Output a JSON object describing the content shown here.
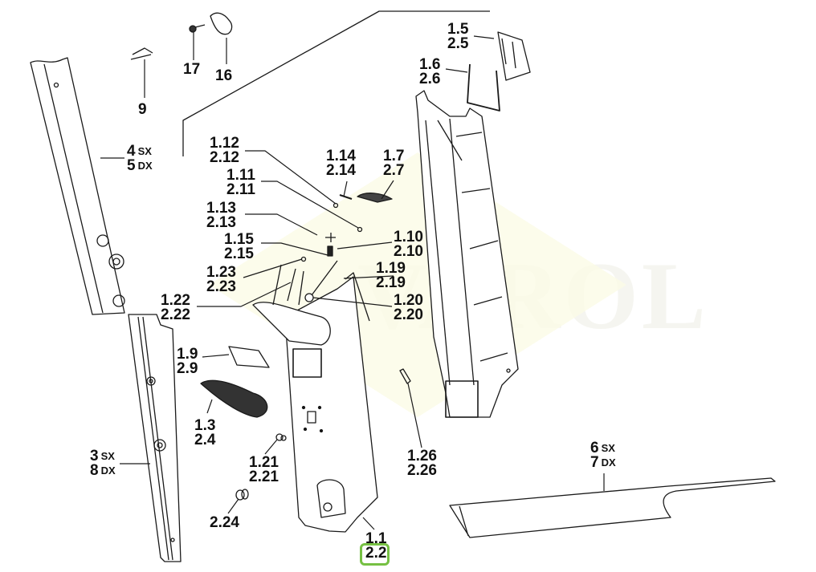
{
  "diagram": {
    "type": "exploded-parts-diagram",
    "watermark": "VAROL",
    "highlight_color": "#76c043",
    "highlighted_callout": "2.2",
    "callouts": [
      {
        "id": "c9",
        "lines": [
          "9"
        ]
      },
      {
        "id": "c17",
        "lines": [
          "17"
        ]
      },
      {
        "id": "c16",
        "lines": [
          "16"
        ]
      },
      {
        "id": "c4-5",
        "lines": [
          "4",
          "5"
        ],
        "suffixes": [
          "SX",
          "DX"
        ]
      },
      {
        "id": "c1-5",
        "lines": [
          "1.5",
          "2.5"
        ]
      },
      {
        "id": "c1-6",
        "lines": [
          "1.6",
          "2.6"
        ]
      },
      {
        "id": "c1-12",
        "lines": [
          "1.12",
          "2.12"
        ]
      },
      {
        "id": "c1-11",
        "lines": [
          "1.11",
          "2.11"
        ]
      },
      {
        "id": "c1-13",
        "lines": [
          "1.13",
          "2.13"
        ]
      },
      {
        "id": "c1-14",
        "lines": [
          "1.14",
          "2.14"
        ]
      },
      {
        "id": "c1-7",
        "lines": [
          "1.7",
          "2.7"
        ]
      },
      {
        "id": "c1-15",
        "lines": [
          "1.15",
          "2.15"
        ]
      },
      {
        "id": "c1-10",
        "lines": [
          "1.10",
          "2.10"
        ]
      },
      {
        "id": "c1-23",
        "lines": [
          "1.23",
          "2.23"
        ]
      },
      {
        "id": "c1-19",
        "lines": [
          "1.19",
          "2.19"
        ]
      },
      {
        "id": "c1-22",
        "lines": [
          "1.22",
          "2.22"
        ]
      },
      {
        "id": "c1-20",
        "lines": [
          "1.20",
          "2.20"
        ]
      },
      {
        "id": "c1-9",
        "lines": [
          "1.9",
          "2.9"
        ]
      },
      {
        "id": "c1-3",
        "lines": [
          "1.3",
          "2.4"
        ]
      },
      {
        "id": "c3-8",
        "lines": [
          "3",
          "8"
        ],
        "suffixes": [
          "SX",
          "DX"
        ]
      },
      {
        "id": "c1-21",
        "lines": [
          "1.21",
          "2.21"
        ]
      },
      {
        "id": "c2-24",
        "lines": [
          "2.24"
        ]
      },
      {
        "id": "c1-26",
        "lines": [
          "1.26",
          "2.26"
        ]
      },
      {
        "id": "c6-7",
        "lines": [
          "6",
          "7"
        ],
        "suffixes": [
          "SX",
          "DX"
        ]
      },
      {
        "id": "c1-1",
        "lines": [
          "1.1",
          "2.2"
        ]
      }
    ]
  }
}
